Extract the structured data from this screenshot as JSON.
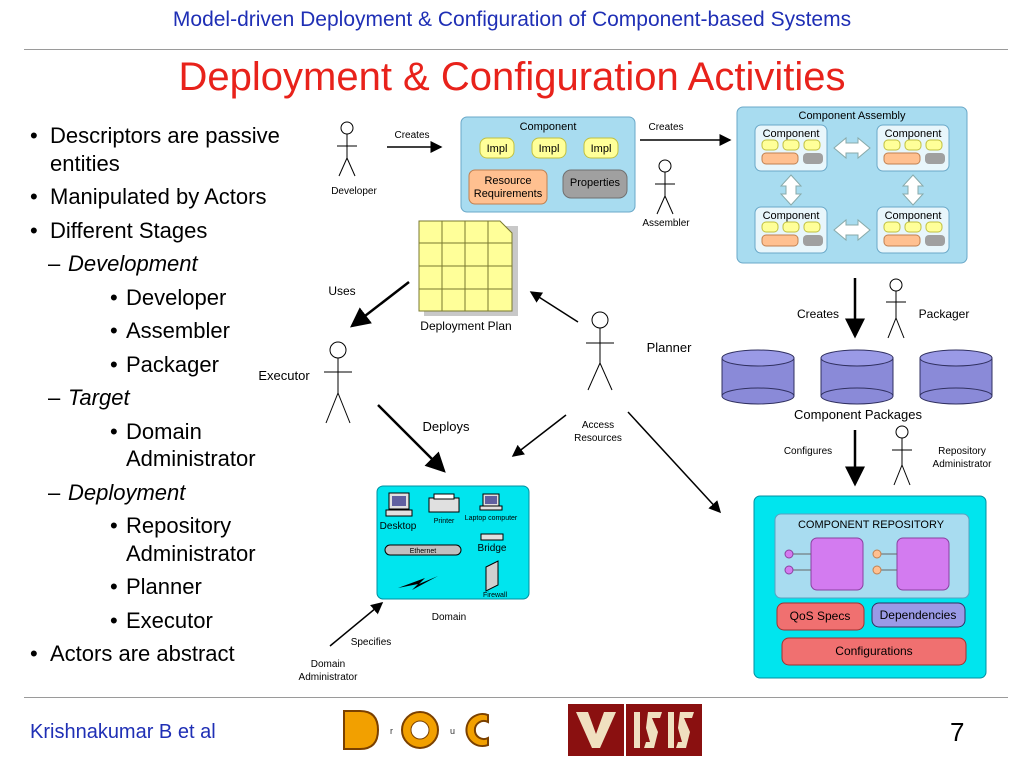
{
  "header": {
    "title": "Model-driven Deployment & Configuration of Component-based Systems"
  },
  "slide": {
    "title": "Deployment & Configuration Activities"
  },
  "bullets": {
    "b1": "Descriptors are passive entities",
    "b2": "Manipulated by Actors",
    "b3": "Different Stages",
    "s1": "Development",
    "s1_items": [
      "Developer",
      "Assembler",
      "Packager"
    ],
    "s2": "Target",
    "s2_items": [
      "Domain Administrator"
    ],
    "s3": "Deployment",
    "s3_items": [
      "Repository Administrator",
      "Planner",
      "Executor"
    ],
    "b4": "Actors are abstract"
  },
  "diagram": {
    "developer": "Developer",
    "creates_1": "Creates",
    "component_title": "Component",
    "impl": "Impl",
    "resource_req_1": "Resource",
    "resource_req_2": "Requirements",
    "properties": "Properties",
    "creates_2": "Creates",
    "assembler": "Assembler",
    "assembly_title": "Component Assembly",
    "component": "Component",
    "deployment_plan": "Deployment Plan",
    "uses": "Uses",
    "executor": "Executor",
    "planner": "Planner",
    "creates_3": "Creates",
    "packager": "Packager",
    "component_packages": "Component Packages",
    "deploys": "Deploys",
    "access_1": "Access",
    "access_2": "Resources",
    "configures": "Configures",
    "repo_admin_1": "Repository",
    "repo_admin_2": "Administrator",
    "desktop": "Desktop",
    "printer": "Printer",
    "laptop": "Laptop computer",
    "bridge": "Bridge",
    "ethernet": "Ethernet",
    "firewall": "Firewall",
    "domain": "Domain",
    "specifies": "Specifies",
    "domain_admin_1": "Domain",
    "domain_admin_2": "Administrator",
    "repository_title": "COMPONENT REPOSITORY",
    "qos_specs": "QoS Specs",
    "dependencies": "Dependencies",
    "configurations": "Configurations"
  },
  "footer": {
    "author": "Krishnakumar B et al",
    "page": "7",
    "logo1_letters": "D O C",
    "logo2_letters": "ISIS"
  },
  "colors": {
    "header": "#1f2fb5",
    "title": "#e8221b",
    "cyan": "#00e5ee",
    "light_blue": "#a8dcf0",
    "violet": "#8a8ad8"
  }
}
